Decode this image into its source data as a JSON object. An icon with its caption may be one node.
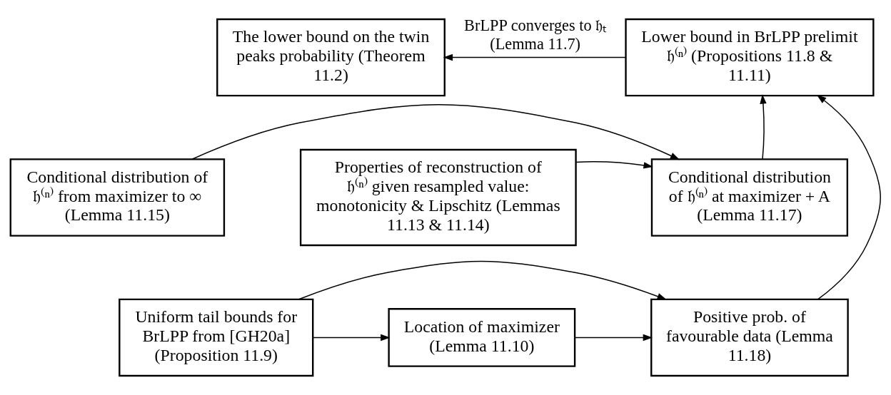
{
  "diagram": {
    "nodes": [
      {
        "text": [
          "The lower bound on the twin peaks probability (Theorem 11.2)"
        ]
      },
      {
        "text": [
          "Lower bound in BrLPP prelimit 𝔥⁽ⁿ⁾ (Propositions 11.8 & 11.11)"
        ]
      },
      {
        "text": [
          "Conditional distribution of 𝔥⁽ⁿ⁾ from maximizer to ∞ (Lemma 11.15)"
        ]
      },
      {
        "text": [
          "Properties of reconstruction of 𝔥⁽ⁿ⁾ given resampled value: monotonicity & Lipschitz (Lemmas 11.13 & 11.14)"
        ]
      },
      {
        "text": [
          "Conditional distribution of 𝔥⁽ⁿ⁾ at maximizer + A (Lemma 11.17)"
        ]
      },
      {
        "text": [
          "Uniform tail bounds for BrLPP from [GH20a] (Proposition 11.9)"
        ]
      },
      {
        "text": [
          "Location of maximizer (Lemma 11.10)"
        ]
      },
      {
        "text": [
          "Positive prob. of favourable data (Lemma 11.18)"
        ]
      }
    ],
    "edges": [
      {
        "from": 1,
        "to": 0,
        "arrow": "to",
        "label": "BrLPP converges to 𝔥ₜ (Lemma 11.7)"
      },
      {
        "from": 4,
        "to": 1,
        "arrow": "to"
      },
      {
        "from": 3,
        "to": 4,
        "arrow": "to"
      },
      {
        "from": 2,
        "to": 4,
        "arrow": "to"
      },
      {
        "from": 5,
        "to": 6,
        "arrow": "to"
      },
      {
        "from": 6,
        "to": 7,
        "arrow": "to"
      },
      {
        "from": 7,
        "to": 1,
        "arrow": "to"
      },
      {
        "from": 5,
        "to": 7,
        "arrow": "to"
      }
    ]
  }
}
